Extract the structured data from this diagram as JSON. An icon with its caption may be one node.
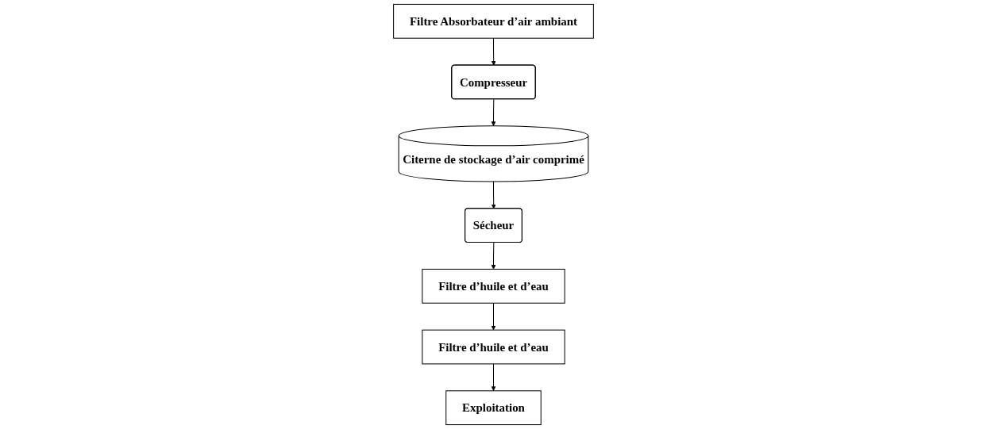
{
  "diagram": {
    "nodes": [
      {
        "text": [
          "Filtre Absorbateur d’air ambiant"
        ]
      },
      {
        "text": [
          "Compresseur"
        ]
      },
      {
        "text": [
          "Citerne de stockage d’air comprimé"
        ]
      },
      {
        "text": [
          "Sécheur"
        ]
      },
      {
        "text": [
          "Filtre d’huile et d’eau"
        ]
      },
      {
        "text": [
          "Filtre d’huile et d’eau"
        ]
      },
      {
        "text": [
          "Exploitation"
        ]
      }
    ],
    "edges": [
      {
        "from": 0,
        "to": 1,
        "arrow": "to"
      },
      {
        "from": 1,
        "to": 2,
        "arrow": "to"
      },
      {
        "from": 2,
        "to": 3,
        "arrow": "to"
      },
      {
        "from": 3,
        "to": 4,
        "arrow": "to"
      },
      {
        "from": 4,
        "to": 5,
        "arrow": "to"
      },
      {
        "from": 5,
        "to": 6,
        "arrow": "to"
      }
    ]
  }
}
